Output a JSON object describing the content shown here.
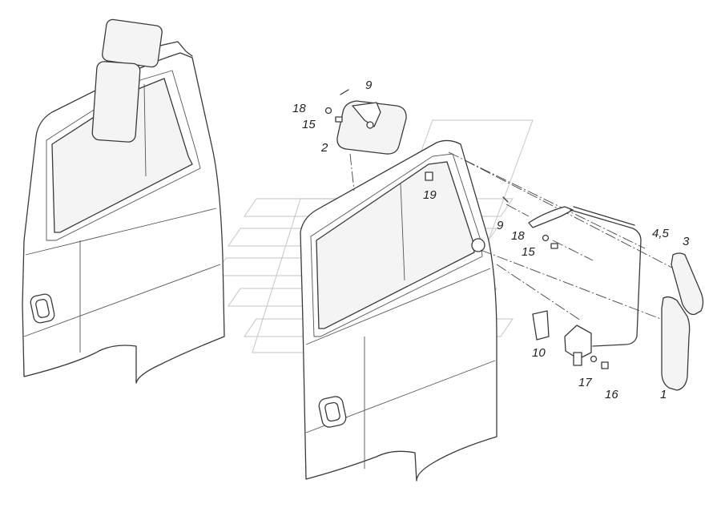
{
  "callouts": [
    {
      "id": "c9a",
      "text": "9"
    },
    {
      "id": "c18a",
      "text": "18"
    },
    {
      "id": "c15a",
      "text": "15"
    },
    {
      "id": "c2",
      "text": "2"
    },
    {
      "id": "c19",
      "text": "19"
    },
    {
      "id": "c9b",
      "text": "9"
    },
    {
      "id": "c18b",
      "text": "18"
    },
    {
      "id": "c15b",
      "text": "15"
    },
    {
      "id": "c45",
      "text": "4,5"
    },
    {
      "id": "c3",
      "text": "3"
    },
    {
      "id": "c10",
      "text": "10"
    },
    {
      "id": "c17",
      "text": "17"
    },
    {
      "id": "c16",
      "text": "16"
    },
    {
      "id": "c1",
      "text": "1"
    }
  ]
}
